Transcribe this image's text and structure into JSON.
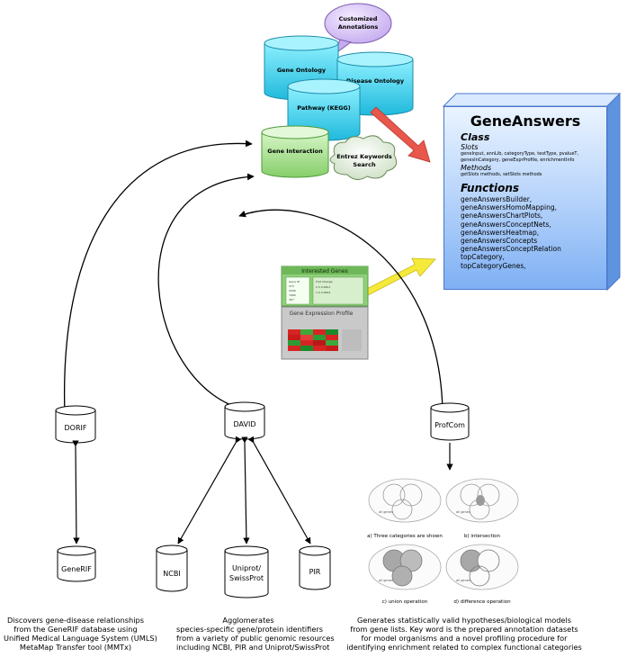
{
  "resources": {
    "customized": [
      "Customized",
      "Annotations"
    ],
    "gene_ontology": "Gene Ontology",
    "disease_ontology": "Disease Ontology",
    "pathway": "Pathway (KEGG)",
    "gene_interaction": "Gene Interaction",
    "entrez": [
      "Entrez Keywords",
      "Search"
    ]
  },
  "geneanswers": {
    "title": "GeneAnswers",
    "class_heading": "Class",
    "slots_heading": "Slots",
    "slots_text": [
      "geneInput, annLib, categoryType, testType, pvalueT,",
      "genesInCategory, geneExprProfile, enrichmentInfo"
    ],
    "methods_heading": "Methods",
    "methods_text": "getSlots methods, setSlots methods",
    "functions_heading": "Functions",
    "functions": [
      "geneAnswersBuilder,",
      "geneAnswersHomoMapping,",
      "geneAnswersChartPlots,",
      "geneAnswersConceptNets,",
      "geneAnswersHeatmap,",
      "geneAnswersConcepts",
      "geneAnswersConceptRelation",
      "topCategory,",
      "topCategoryGenes,"
    ]
  },
  "input_panel": {
    "interested_genes": "Interested Genes",
    "expression_profile": "Gene Expression Profile"
  },
  "tools": {
    "dorif": "DORIF",
    "david": "DAVID",
    "profcom": "ProfCom",
    "generif": "GeneRIF",
    "ncbi": "NCBI",
    "uniprot": [
      "Uniprot/",
      "SwissProt"
    ],
    "pir": "PIR"
  },
  "venn": {
    "labels": [
      "a) Three categories are shown",
      "b) intersection",
      "c) union operation",
      "d) difference operation"
    ],
    "all_genes": "all genes"
  },
  "captions": {
    "dorif": [
      "Discovers gene-disease relationships",
      "from the GeneRIF database using",
      "Unified Medical Language System (UMLS)",
      "MetaMap Transfer tool (MMTx)"
    ],
    "david": [
      "Agglomerates",
      "species-specific gene/protein identifiers",
      "from a variety of public genomic resources",
      "including NCBI, PIR and Uniprot/SwissProt"
    ],
    "profcom": [
      "Generates statistically valid hypotheses/biological models",
      "from gene lists. Key word is the prepared annotation datasets",
      "for model organisms and a novel profiling procedure for",
      "identifying enrichment related to complex functional categories"
    ]
  },
  "colors": {
    "cyan_db": "#3fd6f0",
    "green_db": "#a6df8e",
    "bubble": "#d9c6f4",
    "red_arrow": "#e8574c",
    "yellow_arrow": "#f5ea3a",
    "box_blue": "#7fb0f4"
  }
}
